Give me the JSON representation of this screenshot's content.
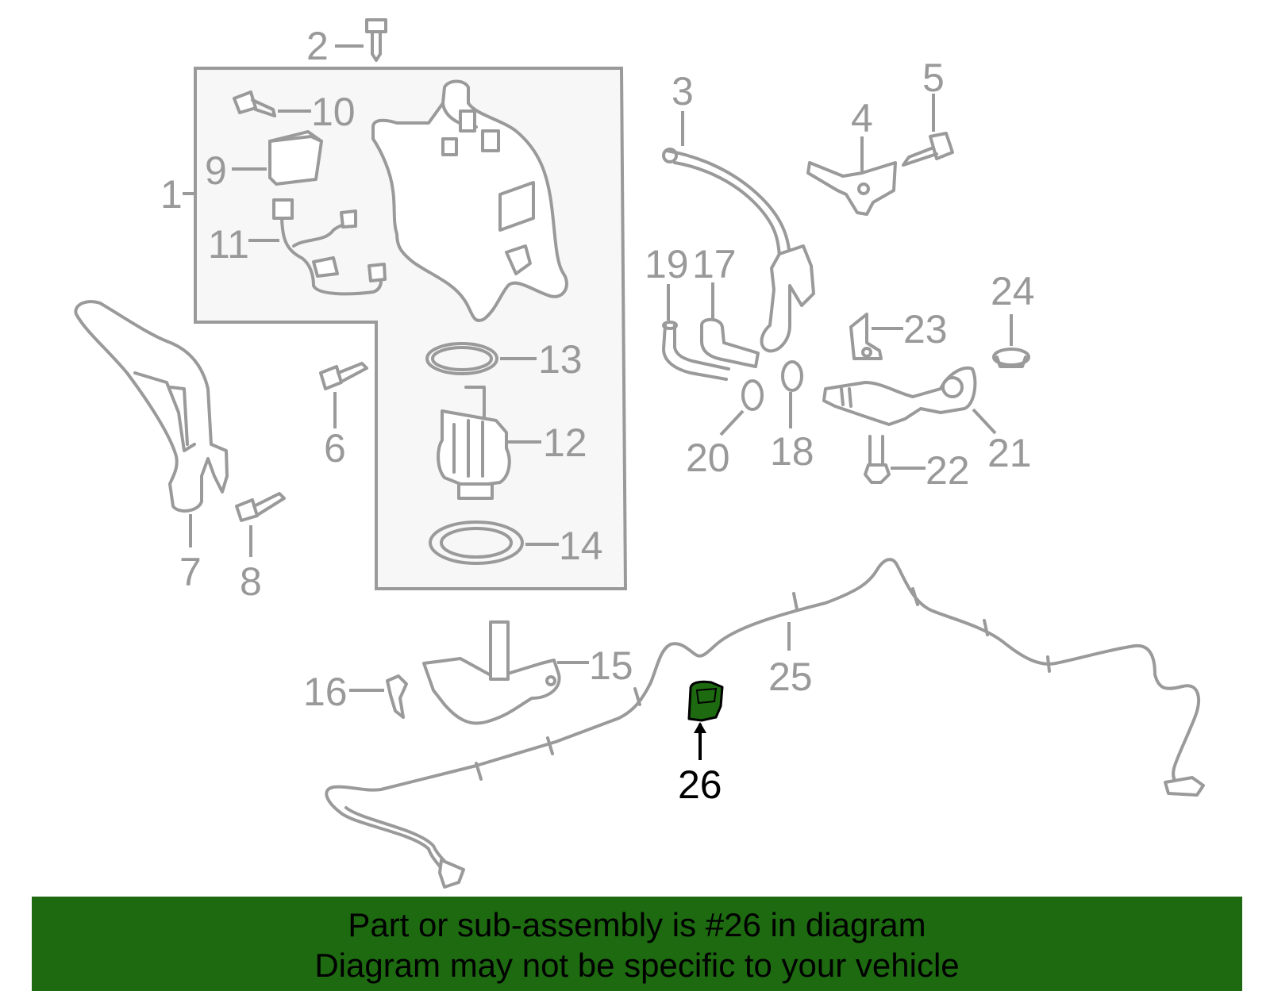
{
  "callouts": {
    "c1": "1",
    "c2": "2",
    "c3": "3",
    "c4": "4",
    "c5": "5",
    "c6": "6",
    "c7": "7",
    "c8": "8",
    "c9": "9",
    "c10": "10",
    "c11": "11",
    "c12": "12",
    "c13": "13",
    "c14": "14",
    "c15": "15",
    "c16": "16",
    "c17": "17",
    "c18": "18",
    "c19": "19",
    "c20": "20",
    "c21": "21",
    "c22": "22",
    "c23": "23",
    "c24": "24",
    "c25": "25",
    "c26": "26"
  },
  "highlighted_part": "26",
  "colors": {
    "highlight": "#1d6a11",
    "lines": "#9a9a9a",
    "banner_bg": "#1d6a11"
  },
  "banner": {
    "line1": "Part or sub-assembly is #26 in diagram",
    "line2": "Diagram may not be specific to your vehicle"
  }
}
